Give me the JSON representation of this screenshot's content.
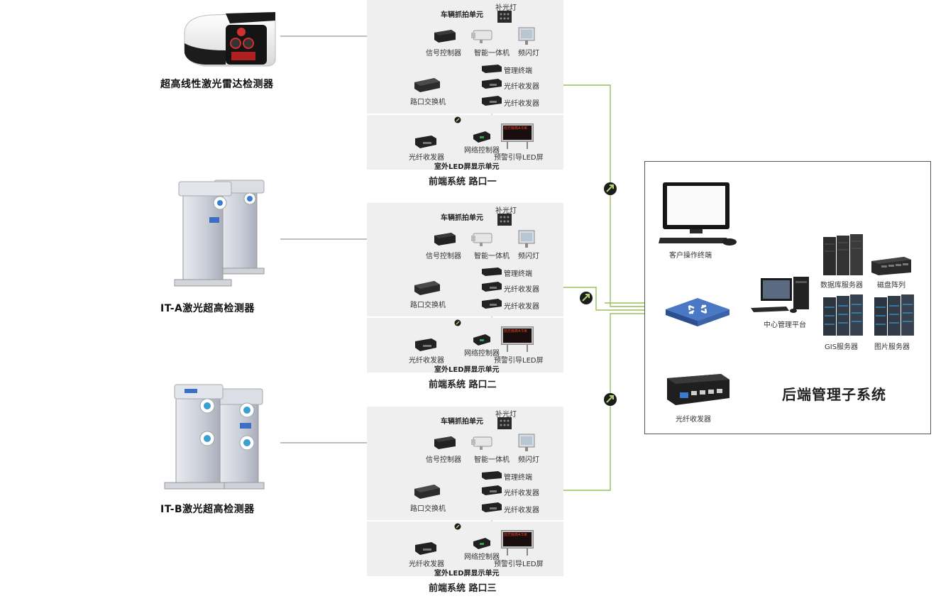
{
  "detectors": [
    {
      "label": "超高线性激光雷达检测器"
    },
    {
      "label": "IT-A激光超高检测器"
    },
    {
      "label": "IT-B激光超高检测器"
    }
  ],
  "intersection_labels": {
    "capture_unit": "车辆抓拍单元",
    "fill_light": "补光灯",
    "signal_controller": "信号控制器",
    "smart_camera": "智能一体机",
    "strobe_light": "频闪灯",
    "management_terminal": "管理终端",
    "fiber_transceiver": "光纤收发器",
    "intersection_switch": "路口交换机",
    "network_controller": "网络控制器",
    "warning_led": "预警引导LED屏",
    "outdoor_led_unit": "室外LED屏显示单元",
    "led_screen_text": "前方限高4.5米"
  },
  "sections": [
    {
      "title": "前端系统  路口一"
    },
    {
      "title": "前端系统  路口二"
    },
    {
      "title": "前端系统  路口三"
    }
  ],
  "backend": {
    "title": "后端管理子系统",
    "client_terminal": "客户操作终端",
    "db_server": "数据库服务器",
    "disk_array": "磁盘阵列",
    "central_platform": "中心管理平台",
    "gis_server": "GIS服务器",
    "image_server": "图片服务器",
    "fiber_transceiver": "光纤收发器"
  },
  "colors": {
    "fiber_line": "#9bbf5a",
    "cyan_line": "#5ab4dc",
    "panel_bg": "#efefef",
    "switch_blue": "#3a63a8"
  }
}
